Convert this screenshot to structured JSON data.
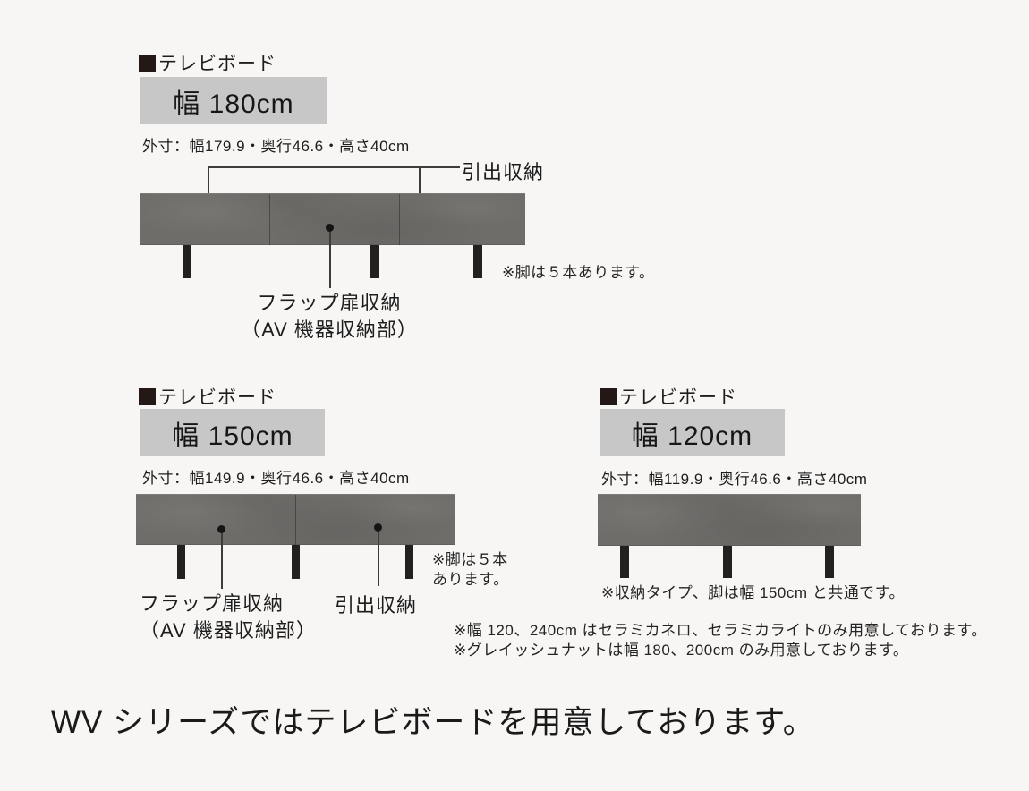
{
  "colors": {
    "background": "#f7f6f5",
    "size_box_bg": "#c7c7c7",
    "board_surface": "#6f6d6a",
    "leg": "#232120",
    "header_bullet": "#231815",
    "text": "#1d1d1d"
  },
  "sections": [
    {
      "id": "board-180",
      "header": "テレビボード",
      "size_label": "幅 180cm",
      "outer_dimensions": "外寸：幅179.9・奥行46.6・高さ40cm",
      "callout_drawer": "引出収納",
      "callout_flap": "フラップ扉収納\n（AV 機器収納部）",
      "note_legs": "※脚は５本あります。"
    },
    {
      "id": "board-150",
      "header": "テレビボード",
      "size_label": "幅 150cm",
      "outer_dimensions": "外寸：幅149.9・奥行46.6・高さ40cm",
      "callout_drawer": "引出収納",
      "callout_flap": "フラップ扉収納\n（AV 機器収納部）",
      "note_legs": "※脚は５本\nあります。"
    },
    {
      "id": "board-120",
      "header": "テレビボード",
      "size_label": "幅 120cm",
      "outer_dimensions": "外寸：幅119.9・奥行46.6・高さ40cm",
      "note_common": "※収納タイプ、脚は幅 150cm と共通です。"
    }
  ],
  "footnotes": {
    "line1": "※幅 120、240cm はセラミカネロ、セラミカライトのみ用意しております。",
    "line2": "※グレイッシュナットは幅 180、200cm のみ用意しております。"
  },
  "footer": {
    "title": "WV シリーズではテレビボードを用意しております。"
  }
}
